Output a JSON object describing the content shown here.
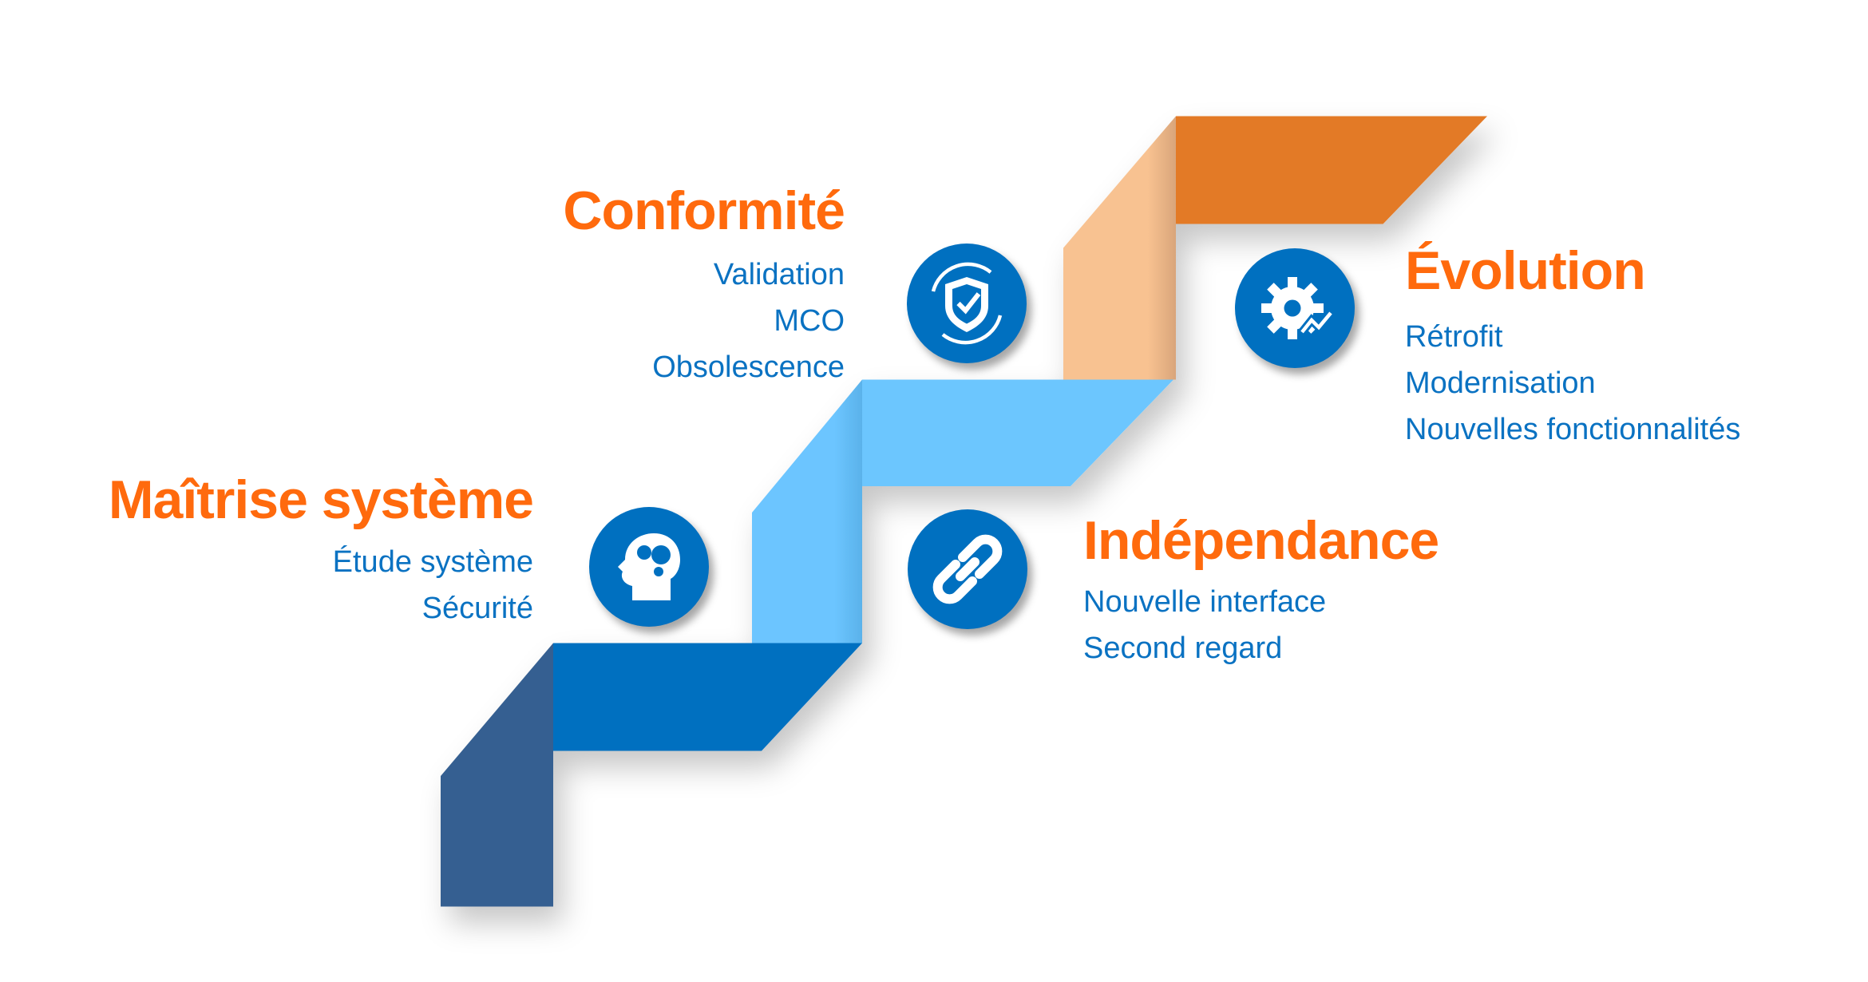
{
  "colors": {
    "title": "#FF6A0D",
    "text": "#0A72C2",
    "step1_vertical": "#365F91",
    "step1_horizontal": "#0070C0",
    "step2": "#6CC6FE",
    "step3_vertical": "#F8C291",
    "step3_horizontal": "#E37A25",
    "badge": "#0070C0"
  },
  "sections": {
    "maitrise": {
      "title": "Maîtrise système",
      "items": [
        "Étude système",
        "Sécurité"
      ],
      "icon": "brain-gears-icon"
    },
    "conformite": {
      "title": "Conformité",
      "items": [
        "Validation",
        "MCO",
        "Obsolescence"
      ],
      "icon": "shield-check-icon"
    },
    "independance": {
      "title": "Indépendance",
      "items": [
        "Nouvelle interface",
        "Second regard"
      ],
      "icon": "link-icon"
    },
    "evolution": {
      "title": "Évolution",
      "items": [
        "Rétrofit",
        "Modernisation",
        "Nouvelles fonctionnalités"
      ],
      "icon": "gear-chart-icon"
    }
  }
}
